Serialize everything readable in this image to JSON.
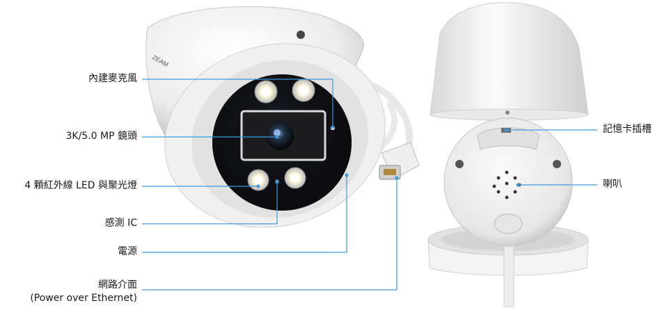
{
  "labels": {
    "microphone": "內建麥克風",
    "lens": "3K/5.0 MP 鏡頭",
    "leds": "4 顆紅外線 LED 與聚光燈",
    "sensor": "感測 IC",
    "power": "電源",
    "network_line1": "網路介面",
    "network_line2": "(Power over Ethernet)",
    "sd_slot": "記憶卡插槽",
    "speaker": "喇叭"
  },
  "brand_mark": "ZEAM",
  "colors": {
    "leader_line": "#3a9ad9",
    "body_white": "#f4f4f4",
    "body_shade": "#d9d9d9",
    "lens_ring": "#101010"
  }
}
